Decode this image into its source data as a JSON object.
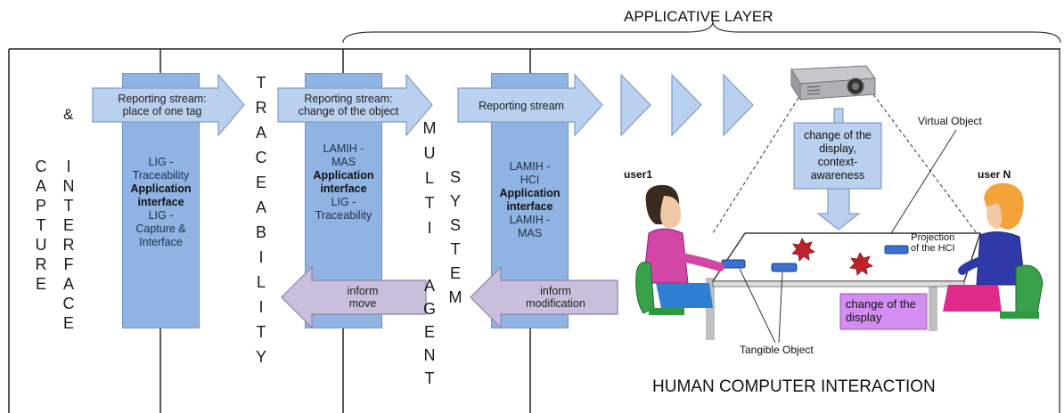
{
  "header": {
    "title": "APPLICATIVE LAYER"
  },
  "columns": {
    "capture": [
      "C",
      "A",
      "P",
      "T",
      "U",
      "R",
      "E"
    ],
    "ampersand": "&",
    "interface": [
      "I",
      "N",
      "T",
      "E",
      "R",
      "F",
      "A",
      "C",
      "E"
    ],
    "traceability": [
      "T",
      "R",
      "A",
      "C",
      "E",
      "A",
      "B",
      "I",
      "L",
      "I",
      "T",
      "Y"
    ],
    "multi": [
      "M",
      "U",
      "L",
      "T",
      "I"
    ],
    "agent": [
      "A",
      "G",
      "E",
      "N",
      "T"
    ],
    "system": [
      "S",
      "Y",
      "S",
      "T",
      "E",
      "M"
    ]
  },
  "panels": {
    "lig": {
      "line1": "LIG -",
      "line2": "Traceability",
      "bold1": "Application",
      "bold2": "interface",
      "line3": "LIG -",
      "line4": "Capture &",
      "line5": "Interface"
    },
    "mas": {
      "line1": "LAMIH -",
      "line2": "MAS",
      "bold1": "Application",
      "bold2": "interface",
      "line3": "LIG -",
      "line4": "Traceability"
    },
    "hci": {
      "line1": "LAMIH -",
      "line2": "HCI",
      "bold1": "Application",
      "bold2": "interface",
      "line3": "LAMIH -",
      "line4": "MAS"
    }
  },
  "arrows": {
    "stream1": {
      "line1": "Reporting stream:",
      "line2": "place of one tag"
    },
    "stream2": {
      "line1": "Reporting stream:",
      "line2": "change of the object"
    },
    "stream3": {
      "line1": "Reporting stream"
    },
    "inform1": {
      "line1": "inform",
      "line2": "move"
    },
    "inform2": {
      "line1": "inform",
      "line2": "modification"
    }
  },
  "scene": {
    "display_box": {
      "line1": "change of the",
      "line2": "display,",
      "line3": "context-",
      "line4": "awareness"
    },
    "virtual_object": "Virtual Object",
    "user1": "user1",
    "userN": "user N",
    "projection": {
      "line1": "Projection",
      "line2": "of the HCI"
    },
    "change_display": {
      "line1": "change of the",
      "line2": "display"
    },
    "tangible_object": "Tangible Object",
    "footer": "HUMAN COMPUTER INTERACTION"
  },
  "colors": {
    "panel": "#8fb4e3",
    "arrow_blue": "#b9d0ee",
    "arrow_purple": "#c9bfdc",
    "magenta_box": "#d48ef2"
  }
}
